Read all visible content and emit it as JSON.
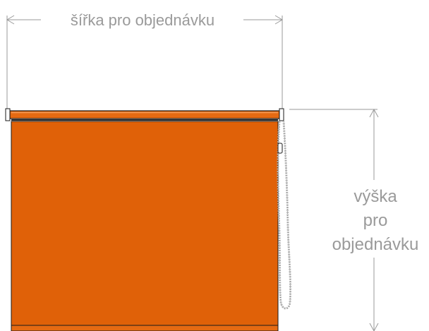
{
  "diagram": {
    "width_label": "šířka pro objednávku",
    "height_label_lines": [
      "výška",
      "pro",
      "objednávku"
    ]
  },
  "colors": {
    "blind_fabric": "#e06108",
    "blind_shade": "#c75206",
    "tube": "#e56a12",
    "outline": "#1a1a1a",
    "dimension": "#9a9a9a",
    "chain": "#b5b5b5"
  }
}
